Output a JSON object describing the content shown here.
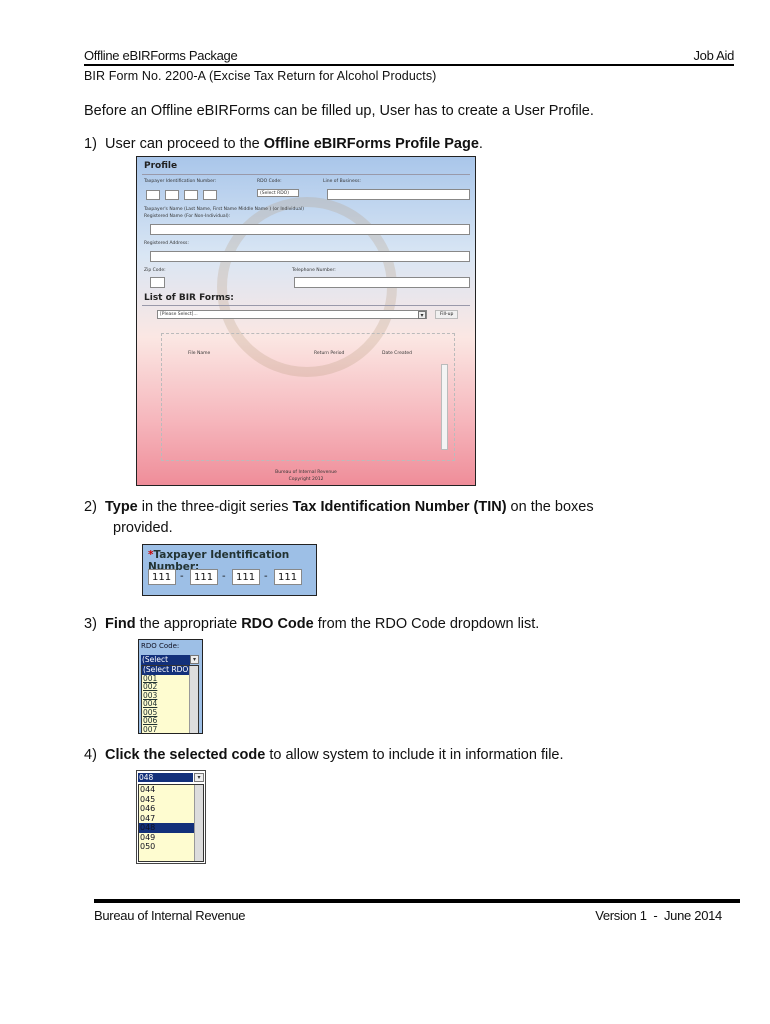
{
  "header": {
    "left": "Offline eBIRForms Package",
    "right": "Job Aid",
    "subtitle": "BIR Form No. 2200-A (Excise Tax Return for Alcohol Products)"
  },
  "intro": "Before an Offline eBIRForms can be filled up, User has to create a User Profile.",
  "steps": [
    {
      "num": "1)",
      "pre": "User can proceed to the ",
      "bold": "Offline eBIRForms Profile Page",
      "post": "."
    },
    {
      "num": "2)",
      "bold1": "Type",
      "mid": " in the three-digit series ",
      "bold2": "Tax Identification Number (TIN)",
      "post": " on the boxes",
      "line2": "provided."
    },
    {
      "num": "3)",
      "bold1": "Find",
      "mid": " the appropriate ",
      "bold2": "RDO Code",
      "post": " from the RDO Code dropdown list."
    },
    {
      "num": "4)",
      "bold": "Click the selected code",
      "post": " to allow system to include it in information file."
    }
  ],
  "profile_screen": {
    "title": "Profile",
    "tin_label": "Taxpayer Identification Number:",
    "rdo_label": "RDO Code:",
    "rdo_value": "(Select RDO)",
    "lob_label": "Line of Business:",
    "name_label_1": "Taxpayer's Name (Last Name, First Name Middle Name ) (or Individual)",
    "name_label_2": "Registered Name (For Non-Individual):",
    "address_label": "Registered Address:",
    "zip_label": "Zip Code:",
    "phone_label": "Telephone Number:",
    "forms_heading": "List of BIR Forms:",
    "forms_select": "[Please Select]...",
    "fillup_button": "Fill-up",
    "columns": [
      "File Name",
      "Return Period",
      "Date Created"
    ],
    "footer_1": "Bureau of Internal Revenue",
    "footer_2": "Copyright 2012"
  },
  "tin_screen": {
    "label": "Taxpayer Identification Number:",
    "values": [
      "111",
      "111",
      "111",
      "111"
    ],
    "separator": "-"
  },
  "rdo_screen": {
    "label": "RDO Code:",
    "selected": "(Select RDO)",
    "options": [
      "(Select RDO)",
      "001",
      "002",
      "003",
      "004",
      "005",
      "006",
      "007"
    ]
  },
  "click_screen": {
    "selected": "048",
    "options": [
      "044",
      "045",
      "046",
      "047",
      "048",
      "049",
      "050"
    ],
    "highlighted": "048"
  },
  "footer": {
    "left": "Bureau of Internal Revenue",
    "right": "Version 1  -  June 2014"
  }
}
